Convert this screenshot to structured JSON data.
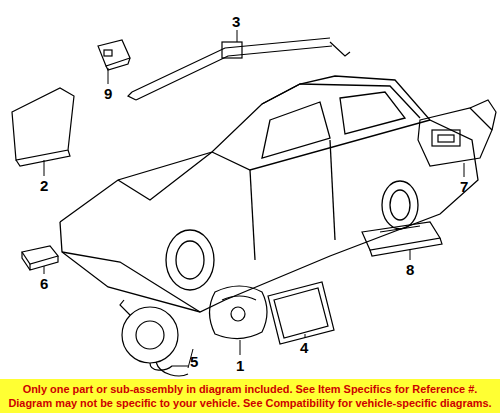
{
  "diagram": {
    "nodes": [
      {
        "text": [
          "Only one part or sub-assembly in diagram included. See Item Specifics for Reference #.",
          "Diagram may not be specific to your vehicle. See Compatibility for vehicle-specific diagrams."
        ]
      }
    ],
    "labels": [
      "3",
      "9",
      "2",
      "7",
      "8",
      "6",
      "4",
      "5",
      "1"
    ]
  }
}
